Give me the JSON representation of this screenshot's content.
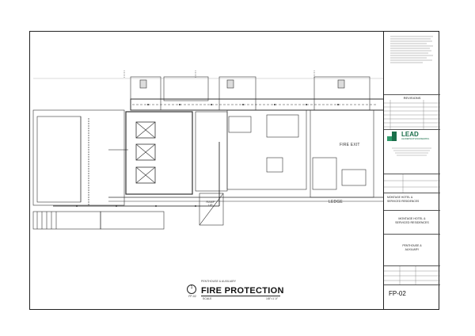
{
  "drawing": {
    "title": "FIRE PROTECTION",
    "subtitle": "PENTHOUSE & AUXILIARY",
    "view_number": "1",
    "view_ref": "FP-02",
    "scale_label": "SCALE",
    "scale_value": "1/8\"=1'-0\"",
    "labels": {
      "fire_exit": "FIRE EXIT",
      "ledge": "LEDGE",
      "ramp_up": "RAMP UP"
    }
  },
  "title_block": {
    "company": "LEAD",
    "company_sub": "LEADERSHIP ENGINEERING",
    "revisions_header": "REVISIONS",
    "project_name_1": "MONTAGE HOTEL &",
    "project_name_2": "SERVICED RESIDENCES",
    "sheet_title_1": "PENTHOUSE &",
    "sheet_title_2": "AUXILIARY",
    "sheet_number": "FP-02"
  },
  "colors": {
    "line": "#222222",
    "logo": "#1a6e4a",
    "paper": "#ffffff"
  }
}
